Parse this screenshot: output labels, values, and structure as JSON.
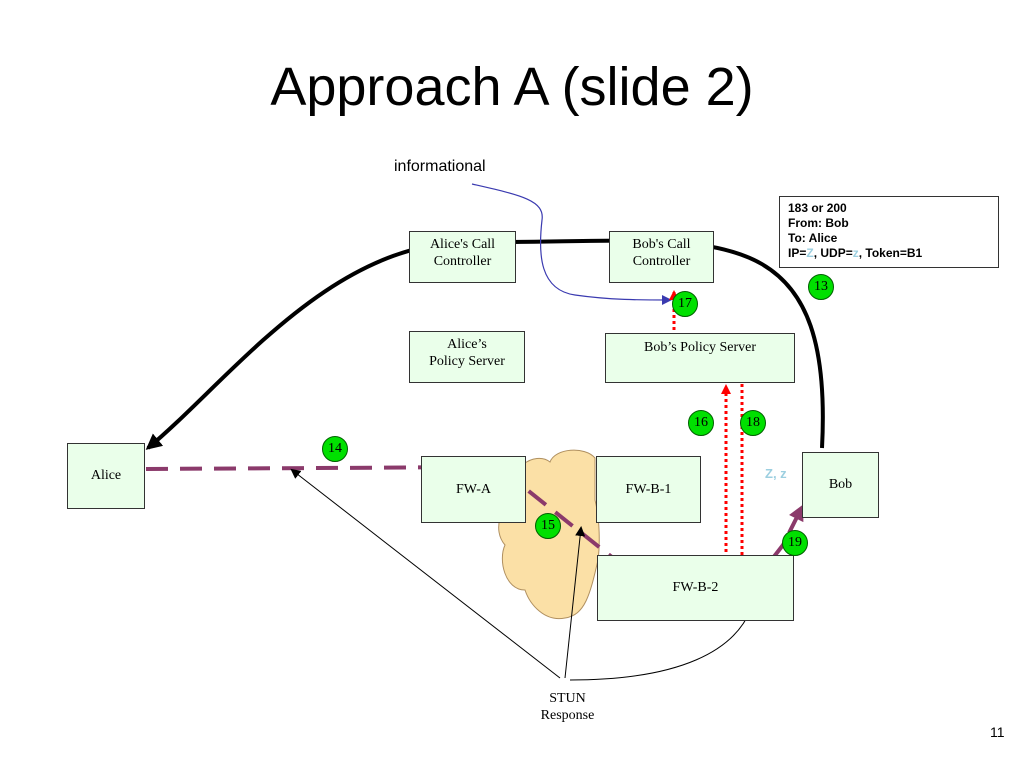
{
  "title": "Approach A (slide 2)",
  "labels": {
    "informational": "informational",
    "zz": "Z, z",
    "stun_line1": "STUN",
    "stun_line2": "Response",
    "page_number": "11"
  },
  "boxes": {
    "alice_call_controller": [
      "Alice's Call",
      "Controller"
    ],
    "bob_call_controller": [
      "Bob's Call",
      "Controller"
    ],
    "alice_policy_server": [
      "Alice’s",
      "Policy Server"
    ],
    "bob_policy_server": "Bob’s Policy Server",
    "alice": "Alice",
    "bob": "Bob",
    "fw_a": "FW-A",
    "fw_b1": "FW-B-1",
    "fw_b2": "FW-B-2"
  },
  "message": {
    "line1": "183 or 200",
    "line2": "From: Bob",
    "line3": "To: Alice",
    "ip_label": "IP=",
    "ip_value": "Z",
    "udp_label": ", UDP=",
    "udp_value": "z",
    "token": ", Token=B1"
  },
  "steps": [
    "13",
    "14",
    "15",
    "16",
    "17",
    "18",
    "19"
  ],
  "colors": {
    "box_fill": "#eaffea",
    "cloud_fill": "#fbe0a6",
    "media_path": "#8b3a6b",
    "policy_signal": "#ff0000",
    "info_arrow": "#3a3ab0",
    "step_badge": "#00e000",
    "highlight": "#9ccfe0"
  }
}
